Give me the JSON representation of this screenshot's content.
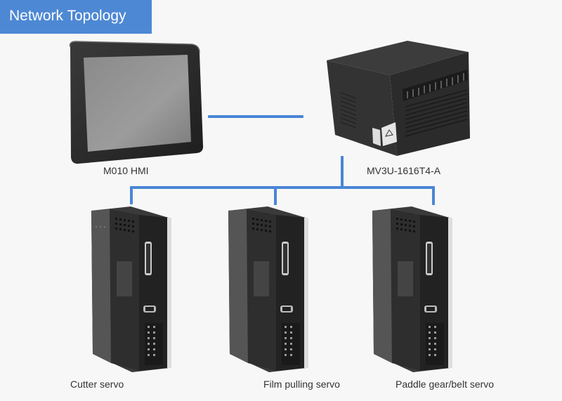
{
  "header": {
    "title": "Network Topology"
  },
  "colors": {
    "accent": "#4d88d4",
    "link": "#4a86d6",
    "background": "#f7f7f7"
  },
  "devices": {
    "hmi": {
      "label": "M010 HMI",
      "icon": "touch-panel-icon"
    },
    "plc": {
      "label": "MV3U-1616T4-A",
      "icon": "plc-icon"
    },
    "servos": [
      {
        "label": "Cutter servo",
        "icon": "servo-drive-icon"
      },
      {
        "label": "Film pulling servo",
        "icon": "servo-drive-icon"
      },
      {
        "label": "Paddle gear/belt servo",
        "icon": "servo-drive-icon"
      }
    ]
  }
}
